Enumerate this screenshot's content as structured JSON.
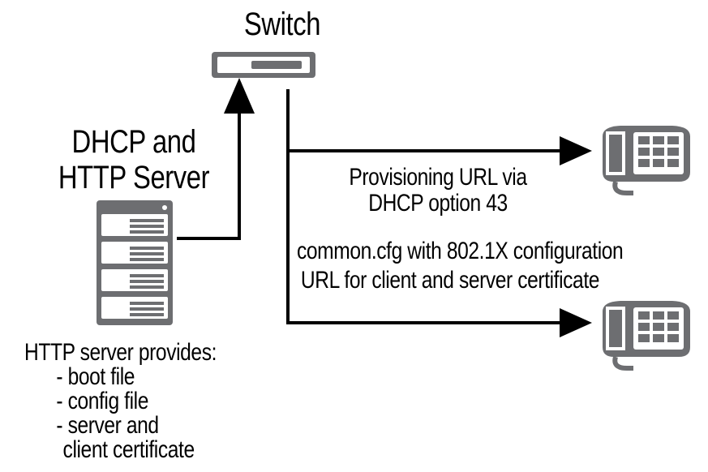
{
  "switch_label": "Switch",
  "server_label": {
    "line1": "DHCP and",
    "line2": "HTTP Server"
  },
  "provisioning_label": {
    "line1": "Provisioning URL via",
    "line2": "DHCP option 43"
  },
  "config_label": {
    "line1": "common.cfg with 802.1X configuration",
    "line2": "URL for client and server certificate"
  },
  "http_provides": {
    "heading": "HTTP server provides:",
    "items": [
      "- boot file",
      "- config file",
      "- server and",
      "client certificate"
    ]
  },
  "colors": {
    "device_gray": "#6d6e71",
    "line": "#000000",
    "background": "#ffffff"
  },
  "icons": [
    "switch-icon",
    "server-icon",
    "phone-icon"
  ]
}
